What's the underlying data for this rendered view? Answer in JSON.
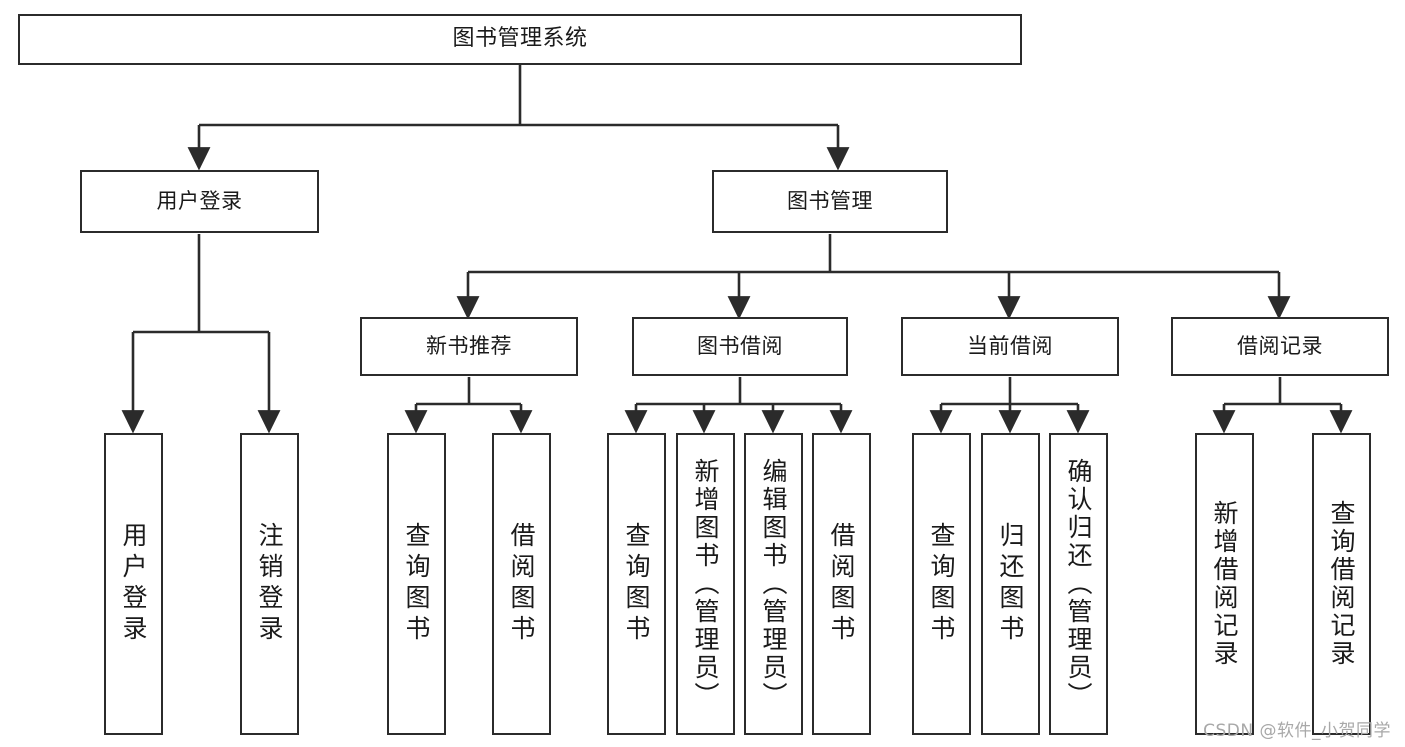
{
  "diagram": {
    "title": "图书管理系统",
    "type": "tree-hierarchy",
    "watermark": "CSDN @软件_小贺同学",
    "colors": {
      "stroke": "#2b2b2b",
      "fill": "#ffffff",
      "text": "#1a1a1a",
      "watermark": "#a8a8a8"
    }
  },
  "nodes": {
    "root": {
      "label": "图书管理系统",
      "level": 1
    },
    "level2": [
      {
        "id": "user-login",
        "label": "用户登录"
      },
      {
        "id": "book-manage",
        "label": "图书管理"
      }
    ],
    "level3": [
      {
        "id": "new-book-recommend",
        "label": "新书推荐"
      },
      {
        "id": "book-borrow",
        "label": "图书借阅"
      },
      {
        "id": "current-borrow",
        "label": "当前借阅"
      },
      {
        "id": "borrow-record",
        "label": "借阅记录"
      }
    ],
    "leaves": {
      "user-login": [
        {
          "id": "leaf-user-login",
          "label": "用户登录"
        },
        {
          "id": "leaf-logout",
          "label": "注销登录"
        }
      ],
      "new-book-recommend": [
        {
          "id": "leaf-query-book-1",
          "label": "查询图书"
        },
        {
          "id": "leaf-borrow-book-1",
          "label": "借阅图书"
        }
      ],
      "book-borrow": [
        {
          "id": "leaf-query-book-2",
          "label": "查询图书"
        },
        {
          "id": "leaf-add-book",
          "label": "新增图书（管理员）"
        },
        {
          "id": "leaf-edit-book",
          "label": "编辑图书（管理员）"
        },
        {
          "id": "leaf-borrow-book-2",
          "label": "借阅图书"
        }
      ],
      "current-borrow": [
        {
          "id": "leaf-query-book-3",
          "label": "查询图书"
        },
        {
          "id": "leaf-return-book",
          "label": "归还图书"
        },
        {
          "id": "leaf-confirm-return",
          "label": "确认归还（管理员）"
        }
      ],
      "borrow-record": [
        {
          "id": "leaf-add-record",
          "label": "新增借阅记录"
        },
        {
          "id": "leaf-query-record",
          "label": "查询借阅记录"
        }
      ]
    }
  }
}
